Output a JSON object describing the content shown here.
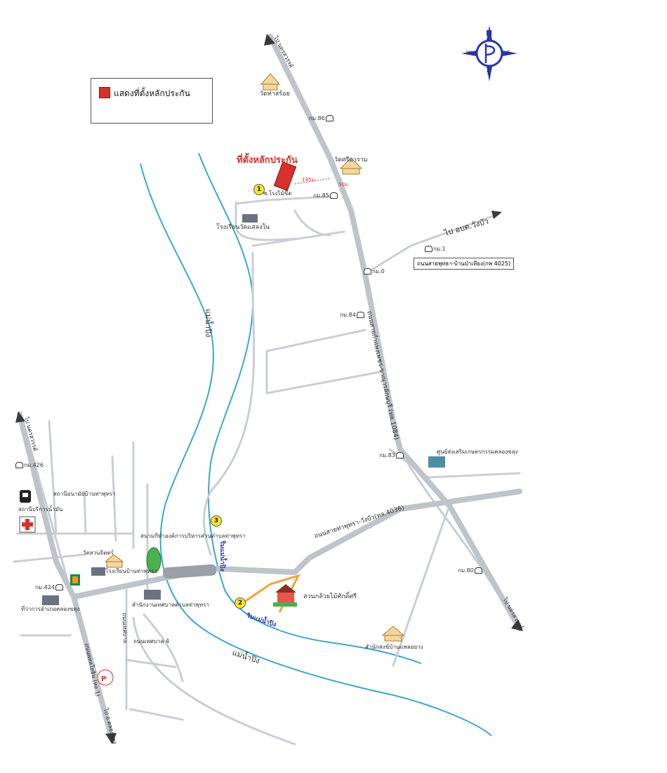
{
  "legend": {
    "label": "แสดงที่ตั้งหลักประกัน",
    "swatch_color": "#d9302c"
  },
  "site": {
    "title": "ที่ตั้งหลักประกัน",
    "distance_1": "195ม.",
    "distance_2": "50ม."
  },
  "compass": {
    "n": "N",
    "s": "S",
    "e": "E",
    "w": "W"
  },
  "markers": [
    {
      "number": "1"
    },
    {
      "number": "2"
    },
    {
      "number": "3"
    }
  ],
  "places": {
    "wat_top": "วัดท่าสร้อย",
    "wat_sri": "วัดศรีอาราม",
    "school": "โรงเรียนวัดแสลงใน",
    "river_1": "แม่น้ำปิง",
    "river_2": "แม่น้ำปิง",
    "fuel": "สถานีบริการน้ำมัน",
    "hospital": "สถานีอนามัยบ้านท่าพุทรา",
    "wat_west": "วัดสวนจิตตร์",
    "school_west": "โรงเรียนบ้านท่าพุทรา",
    "stadium": "สนามกีฬาองค์การบริหารส่วนตำบลท่าพุทรา",
    "office": "สำนักงานเทศบาลตำบลท่าพุทรา",
    "district": "ที่ว่าการอำเภอคลองขลุง",
    "resort": "สวนกล้วยไม้ศักดิ์ศรี",
    "coop": "ศูนย์ส่งเสริมเกษตรกรรมคลองขลุง",
    "wat_south": "สำนักสงฆ์บ้านแพลอยาง"
  },
  "km_labels": [
    "กม.86",
    "กม.85",
    "กม.1",
    "กม.0",
    "กม.84",
    "กม.83",
    "กม.80",
    "กม.426",
    "กม.424"
  ],
  "roads": {
    "soi_1": "ซ.โรงไม้ขีด",
    "to_top": "ไป นครสวรรค์",
    "to_bottom": "ไป นครสวรรค์",
    "to_bottom_west": "ไป อ.คลองขลุง",
    "to_top_west": "ไป นครสวรรค์",
    "to_east": "ไป อบต.วังบัว",
    "note": "ถนนสายพุทธา-บ้านป่าเหียง(กพ 4025)",
    "main": "ถนนสายกำแพงเพชร-ขาณุวรลักษบุรี (ทล.1084)",
    "east_road": "ถนนสายท่าพุทรา-วังบัว(ทล.4036)",
    "river_rd": "ริมแม่น้ำปิง",
    "river_rd2": "ริมแม่น้ำปิง",
    "west_hwy": "ถนนพหลโยธิน (ทล.1)",
    "west_local": "ถนนเทศบาล",
    "west_local2": "ถนนเทศบาล 4"
  },
  "colors": {
    "road": "#c9ced5",
    "river": "#3aa7d4",
    "site": "#d9302c",
    "access": "#f0a23a"
  }
}
